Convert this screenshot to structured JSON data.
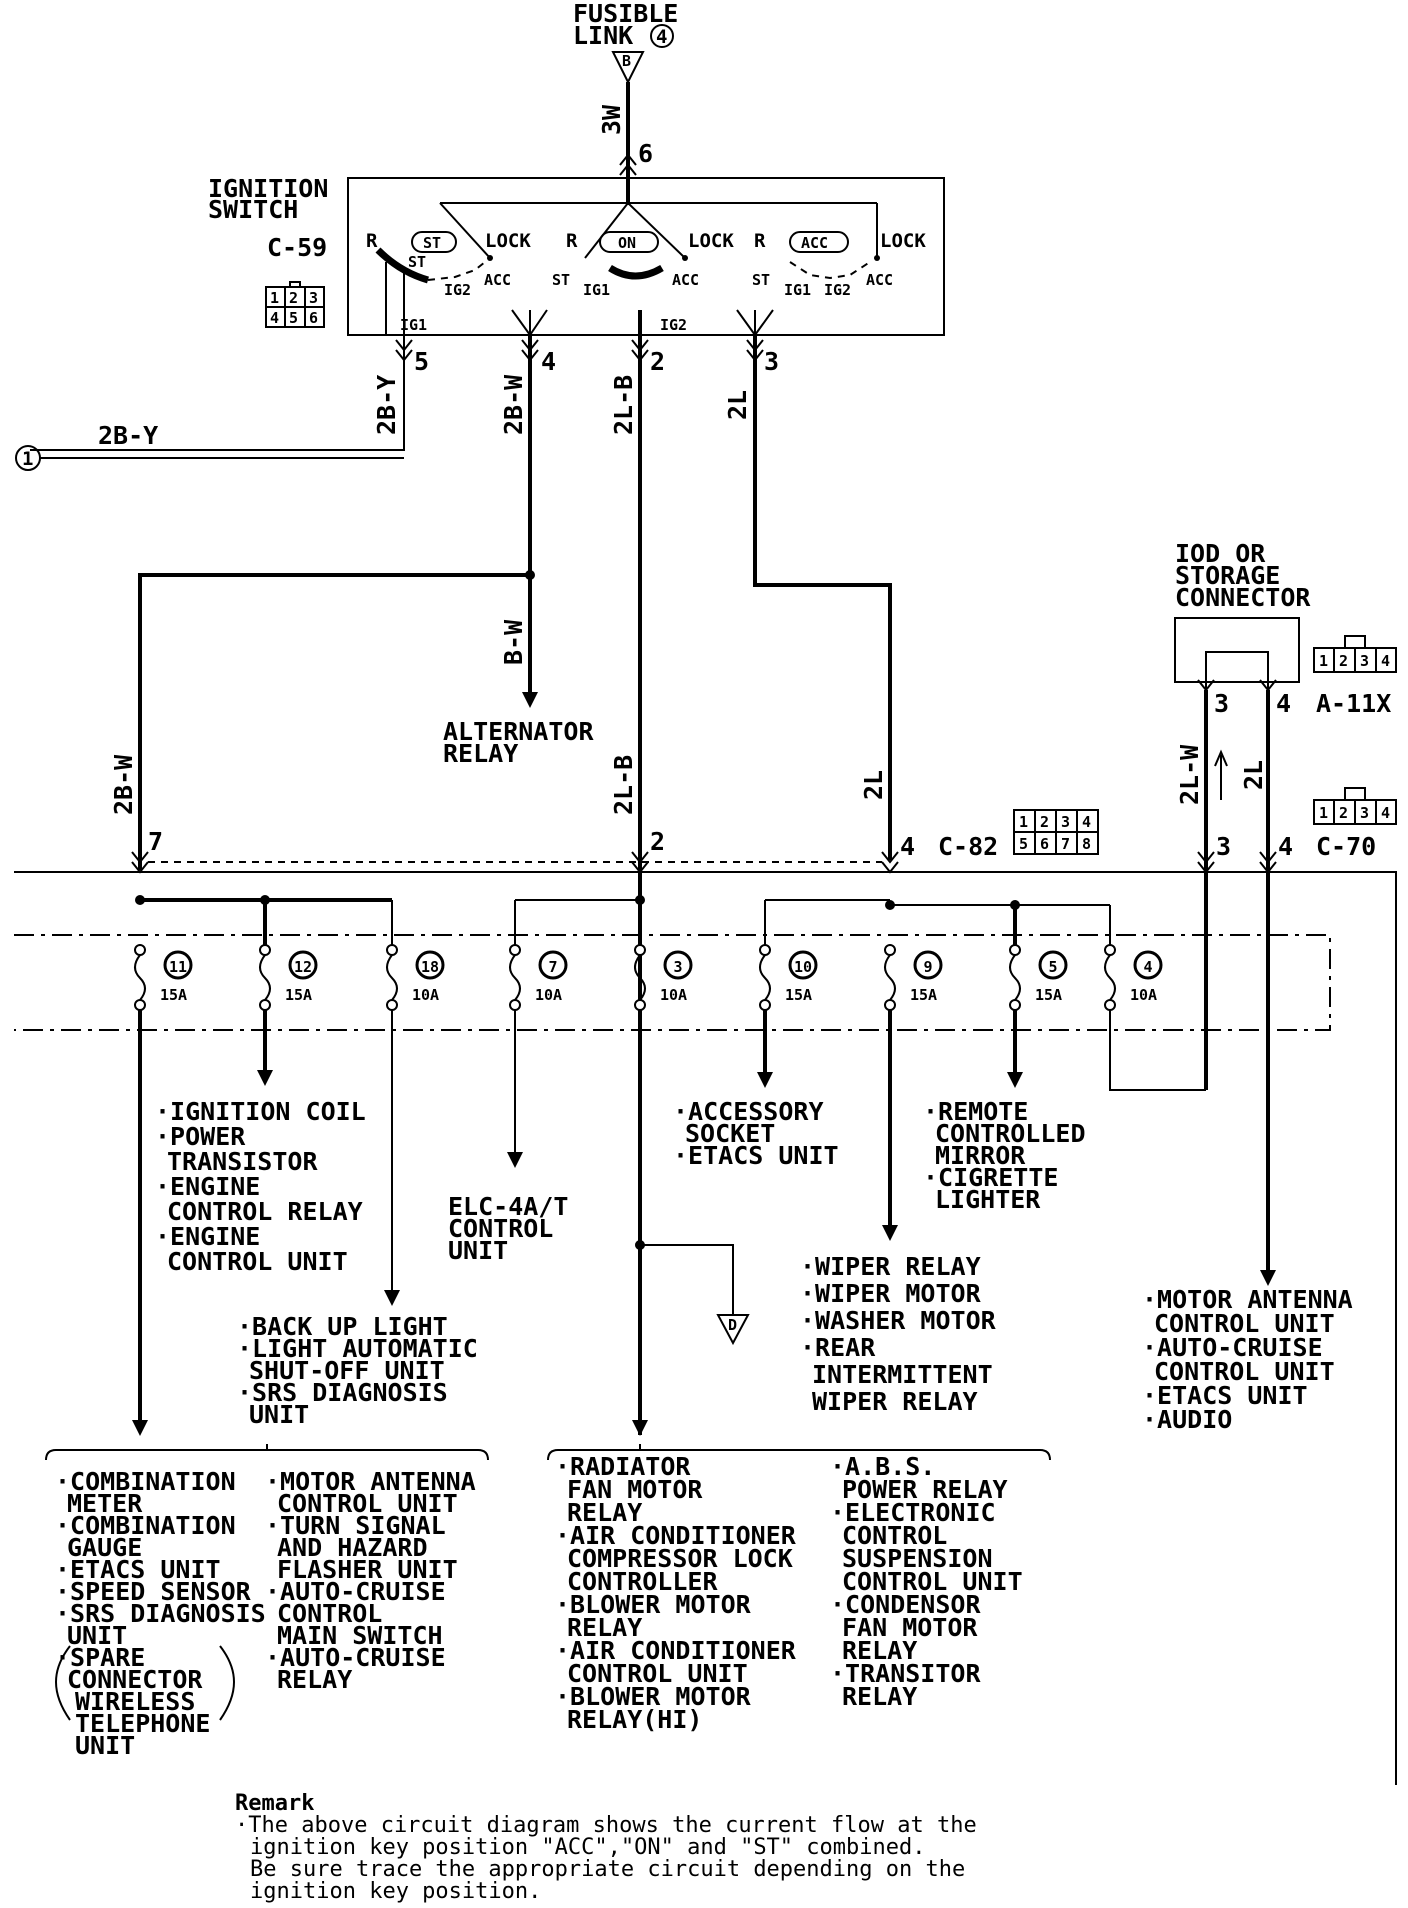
{
  "top": {
    "fusible_line1": "FUSIBLE",
    "fusible_line2": "LINK",
    "fusible_num": "4",
    "fusible_letter": "B",
    "wire_3w": "3W",
    "pin6": "6"
  },
  "ignition": {
    "title1": "IGNITION",
    "title2": "SWITCH",
    "code": "C-59",
    "conn_pins": [
      "1",
      "2",
      "3",
      "4",
      "5",
      "6"
    ],
    "pos": {
      "r": "R",
      "st": "ST",
      "on": "ON",
      "acc": "ACC",
      "lock": "LOCK",
      "ig1": "IG1",
      "ig2": "IG2"
    }
  },
  "terminals": {
    "t5": "5",
    "t4": "4",
    "t2": "2",
    "t3": "3",
    "w_2b_y": "2B-Y",
    "w_2b_w": "2B-W",
    "w_2l_b": "2L-B",
    "w_2l": "2L",
    "left_circle": "1",
    "left_wire": "2B-Y"
  },
  "mid": {
    "b_w": "B-W",
    "alt1": "ALTERNATOR",
    "alt2": "RELAY",
    "w_2b_w": "2B-W",
    "w_2l_b": "2L-B",
    "w_2l": "2L",
    "p7": "7",
    "p2": "2",
    "p4": "4",
    "c82": "C-82",
    "c82_pins": [
      "1",
      "2",
      "3",
      "4",
      "5",
      "6",
      "7",
      "8"
    ]
  },
  "iod": {
    "l1": "IOD OR",
    "l2": "STORAGE",
    "l3": "CONNECTOR",
    "p3": "3",
    "p4": "4",
    "a11x": "A-11X",
    "a11x_pins": [
      "1",
      "2",
      "3",
      "4"
    ],
    "w_2l_w": "2L-W",
    "w_2l": "2L",
    "c70": "C-70",
    "c70_pins": [
      "1",
      "2",
      "3",
      "4"
    ],
    "p3b": "3",
    "p4b": "4"
  },
  "fuses": [
    {
      "num": "11",
      "amp": "15A"
    },
    {
      "num": "12",
      "amp": "15A"
    },
    {
      "num": "18",
      "amp": "10A"
    },
    {
      "num": "7",
      "amp": "10A"
    },
    {
      "num": "3",
      "amp": "10A"
    },
    {
      "num": "10",
      "amp": "15A"
    },
    {
      "num": "9",
      "amp": "15A"
    },
    {
      "num": "5",
      "amp": "15A"
    },
    {
      "num": "4",
      "amp": "10A"
    }
  ],
  "loads": {
    "ign": [
      "·IGNITION COIL",
      "·POWER",
      "TRANSISTOR",
      "·ENGINE",
      "CONTROL RELAY",
      "·ENGINE",
      "CONTROL UNIT"
    ],
    "back": [
      "·BACK UP LIGHT",
      "·LIGHT AUTOMATIC",
      "SHUT-OFF UNIT",
      "·SRS DIAGNOSIS",
      "UNIT"
    ],
    "elc": [
      "ELC-4A/T",
      "CONTROL",
      "UNIT"
    ],
    "acc": [
      "·ACCESSORY",
      "SOCKET",
      "·ETACS UNIT"
    ],
    "mirror": [
      "·REMOTE",
      "CONTROLLED",
      "MIRROR",
      "·CIGRETTE",
      "LIGHTER"
    ],
    "wiper": [
      "·WIPER RELAY",
      "·WIPER MOTOR",
      "·WASHER MOTOR",
      "·REAR",
      "INTERMITTENT",
      "WIPER RELAY"
    ],
    "motor": [
      "·MOTOR ANTENNA",
      "CONTROL UNIT",
      "·AUTO-CRUISE",
      "CONTROL UNIT",
      "·ETACS UNIT",
      "·AUDIO"
    ],
    "d_letter": "D",
    "combo_a": [
      "·COMBINATION",
      "METER",
      "·COMBINATION",
      "GAUGE",
      "·ETACS UNIT",
      "·SPEED SENSOR",
      "·SRS DIAGNOSIS",
      "UNIT",
      "·SPARE",
      "CONNECTOR",
      "WIRELESS",
      "TELEPHONE",
      "UNIT"
    ],
    "combo_b": [
      "·MOTOR ANTENNA",
      "CONTROL UNIT",
      "·TURN SIGNAL",
      "AND HAZARD",
      "FLASHER UNIT",
      "·AUTO-CRUISE",
      "CONTROL",
      "MAIN SWITCH",
      "·AUTO-CRUISE",
      "RELAY"
    ],
    "rad_a": [
      "·RADIATOR",
      "FAN MOTOR",
      "RELAY",
      "·AIR CONDITIONER",
      "COMPRESSOR LOCK",
      "CONTROLLER",
      "·BLOWER MOTOR",
      "RELAY",
      "·AIR CONDITIONER",
      "CONTROL UNIT",
      "·BLOWER MOTOR",
      "RELAY(HI)"
    ],
    "rad_b": [
      "·A.B.S.",
      "POWER RELAY",
      "·ELECTRONIC",
      "CONTROL",
      "SUSPENSION",
      "CONTROL UNIT",
      "·CONDENSOR",
      "FAN MOTOR",
      "RELAY",
      "·TRANSITOR",
      "RELAY"
    ]
  },
  "remark": {
    "title": "Remark",
    "l1": "·The above circuit diagram shows the current flow at the",
    "l2": "ignition key position \"ACC\",\"ON\" and \"ST\" combined.",
    "l3": "Be sure trace the appropriate circuit depending on the",
    "l4": "ignition key position."
  }
}
